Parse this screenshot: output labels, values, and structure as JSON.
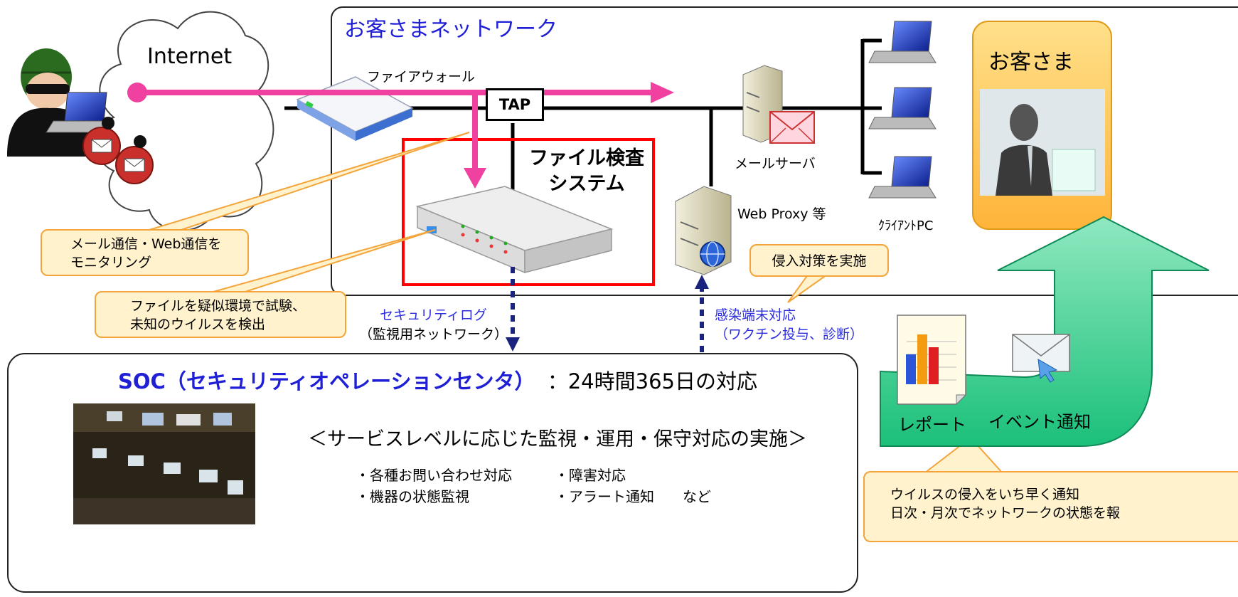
{
  "customer_network": {
    "title": "お客さまネットワーク"
  },
  "internet": {
    "label": "Internet"
  },
  "firewall": {
    "label": "ファイアウォール"
  },
  "tap": {
    "label": "TAP"
  },
  "file_inspection": {
    "line1": "ファイル検査",
    "line2": "システム"
  },
  "mail_server": {
    "label": "メールサーバ"
  },
  "web_proxy": {
    "label": "Web Proxy 等"
  },
  "client_pc": {
    "label": "ｸﾗｲｱﾝﾄPC"
  },
  "customer": {
    "label": "お客さま"
  },
  "callouts": {
    "monitoring": {
      "line1": "メール通信・Web通信を",
      "line2": "モニタリング"
    },
    "sandbox": {
      "line1": "ファイルを疑似環境で試験、",
      "line2": "未知のウイルスを検出"
    },
    "intrusion": {
      "text": "侵入対策を実施"
    },
    "notify": {
      "line1": "ウイルスの侵入をいち早く通知",
      "line2": "日次・月次でネットワークの状態を報"
    }
  },
  "security_log": {
    "line1": "セキュリティログ",
    "line2": "（監視用ネットワーク）"
  },
  "infected_response": {
    "line1": "感染端末対応",
    "line2": "（ワクチン投与、診断）"
  },
  "soc": {
    "name": "SOC（セキュリティオペレーションセンタ）",
    "hours": "：24時間365日の対応",
    "subtitle": "＜サービスレベルに応じた監視・運用・保守対応の実施＞",
    "items": [
      [
        "・各種お問い合わせ対応",
        "・障害対応"
      ],
      [
        "・機器の状態監視",
        "・アラート通知",
        "など"
      ]
    ]
  },
  "report": {
    "label": "レポート"
  },
  "event_notice": {
    "label": "イベント通知"
  },
  "colors": {
    "arrow_pink": "#f040a0",
    "inspection_red": "#ff0000",
    "dashed_blue": "#1a237e",
    "bubble_fill": "#fff2cc",
    "bubble_border": "#f3a43a",
    "green_arrow": "#2fc98a",
    "customer_box": "#ffc34d"
  }
}
